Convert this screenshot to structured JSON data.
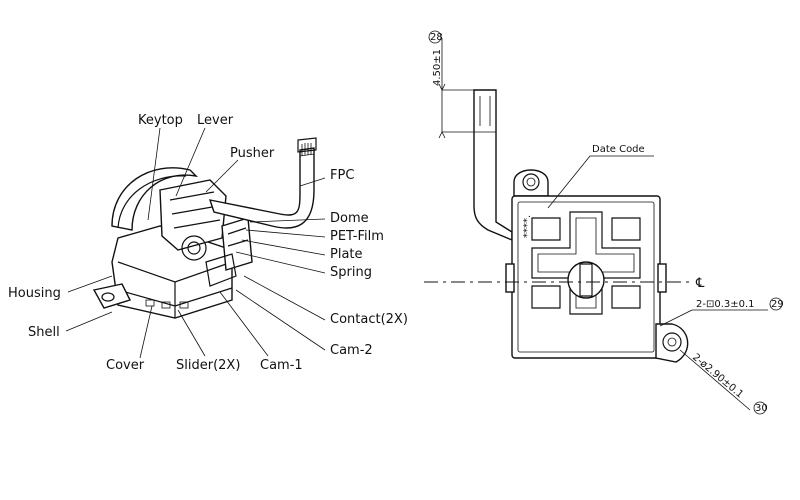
{
  "left_view": {
    "labels": {
      "keytop": "Keytop",
      "lever": "Lever",
      "pusher": "Pusher",
      "fpc": "FPC",
      "dome": "Dome",
      "pet_film": "PET-Film",
      "plate": "Plate",
      "spring": "Spring",
      "housing": "Housing",
      "shell": "Shell",
      "contact": "Contact(2X)",
      "cam2": "Cam-2",
      "cover": "Cover",
      "slider": "Slider(2X)",
      "cam1": "Cam-1"
    }
  },
  "right_view": {
    "dim_height": "4.50±1",
    "dim_height_ref": "28",
    "date_code_label": "Date Code",
    "date_code_mark": "****.",
    "centerline": "℄",
    "dim_thickness": "2-⊡0.3±0.1",
    "dim_thickness_ref": "29",
    "dim_hole": "2-ø2.90±0.1",
    "dim_hole_ref": "30"
  }
}
